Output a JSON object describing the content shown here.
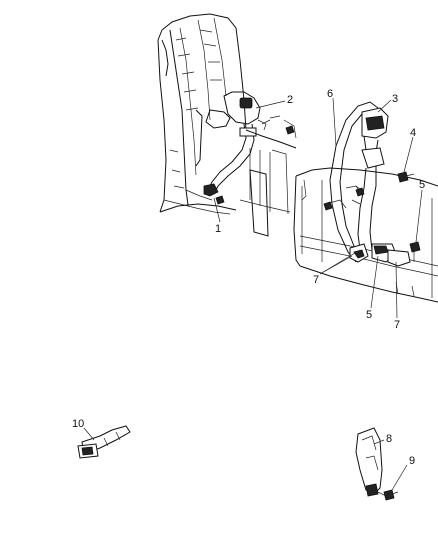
{
  "diagram": {
    "callouts": [
      {
        "id": "c1",
        "label": "1"
      },
      {
        "id": "c2",
        "label": "2"
      },
      {
        "id": "c3",
        "label": "3"
      },
      {
        "id": "c4",
        "label": "4"
      },
      {
        "id": "c5a",
        "label": "5"
      },
      {
        "id": "c5b",
        "label": "5"
      },
      {
        "id": "c6",
        "label": "6"
      },
      {
        "id": "c7a",
        "label": "7"
      },
      {
        "id": "c7b",
        "label": "7"
      },
      {
        "id": "c8",
        "label": "8"
      },
      {
        "id": "c9",
        "label": "9"
      },
      {
        "id": "c10",
        "label": "10"
      }
    ]
  }
}
